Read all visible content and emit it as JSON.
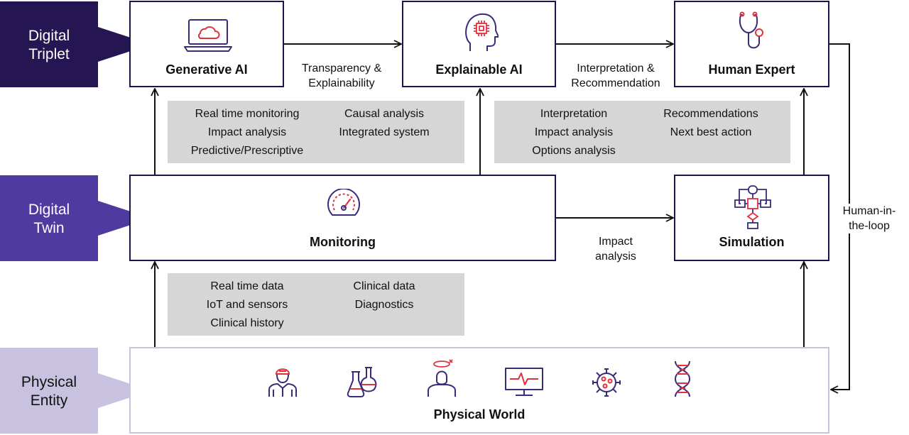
{
  "colors": {
    "band_triplet": "#251653",
    "band_twin": "#4f3aa0",
    "band_entity": "#c8c2e0",
    "box_border": "#1e1550",
    "icon_stroke": "#3b2a7a",
    "icon_accent": "#e0323e",
    "grey_panel": "#d6d6d6"
  },
  "bands": {
    "triplet": [
      "Digital",
      "Triplet"
    ],
    "twin": [
      "Digital",
      "Twin"
    ],
    "entity": [
      "Physical",
      "Entity"
    ]
  },
  "boxes": {
    "generative_ai": {
      "title": "Generative AI",
      "icon": "laptop-cloud-icon"
    },
    "explainable_ai": {
      "title": "Explainable AI",
      "icon": "head-chip-icon"
    },
    "human_expert": {
      "title": "Human Expert",
      "icon": "stethoscope-icon"
    },
    "monitoring": {
      "title": "Monitoring",
      "icon": "gauge-icon"
    },
    "simulation": {
      "title": "Simulation",
      "icon": "flowchart-icon"
    },
    "physical_world": {
      "title": "Physical World",
      "icons": [
        "doctor-icon",
        "lab-flasks-icon",
        "dizzy-patient-icon",
        "heart-monitor-icon",
        "virus-icon",
        "dna-icon"
      ]
    }
  },
  "panels": {
    "gen_ai_capabilities": [
      "Real time monitoring",
      "Causal analysis",
      "Impact analysis",
      "Integrated system",
      "Predictive/Prescriptive"
    ],
    "expert_outputs": [
      "Interpretation",
      "Recommendations",
      "Impact analysis",
      "Next best action",
      "Options analysis"
    ],
    "data_sources": [
      "Real time data",
      "Clinical data",
      "IoT and sensors",
      "Diagnostics",
      "Clinical history"
    ]
  },
  "connectors": {
    "gen_to_xai": [
      "Transparency &",
      "Explainability"
    ],
    "xai_to_expert": [
      "Interpretation &",
      "Recommendation"
    ],
    "monitoring_to_sim": [
      "Impact",
      "analysis"
    ],
    "feedback": [
      "Human-in-",
      "the-loop"
    ]
  }
}
